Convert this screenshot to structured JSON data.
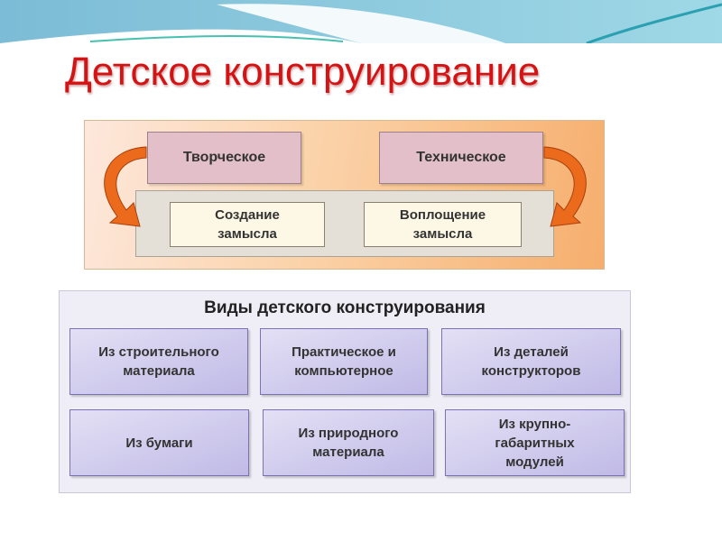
{
  "title": "Детское конструирование",
  "top_diagram": {
    "types": [
      "Творческое",
      "Техническое"
    ],
    "stages": [
      "Создание\nзамысла",
      "Воплощение\nзамысла"
    ]
  },
  "kinds": {
    "title": "Виды детского конструирования",
    "items": [
      "Из строительного\nматериала",
      "Практическое и\nкомпьютерное",
      "Из деталей\nконструкторов",
      "Из бумаги",
      "Из природного\nматериала",
      "Из крупно-\nгабаритных\nмодулей"
    ]
  }
}
